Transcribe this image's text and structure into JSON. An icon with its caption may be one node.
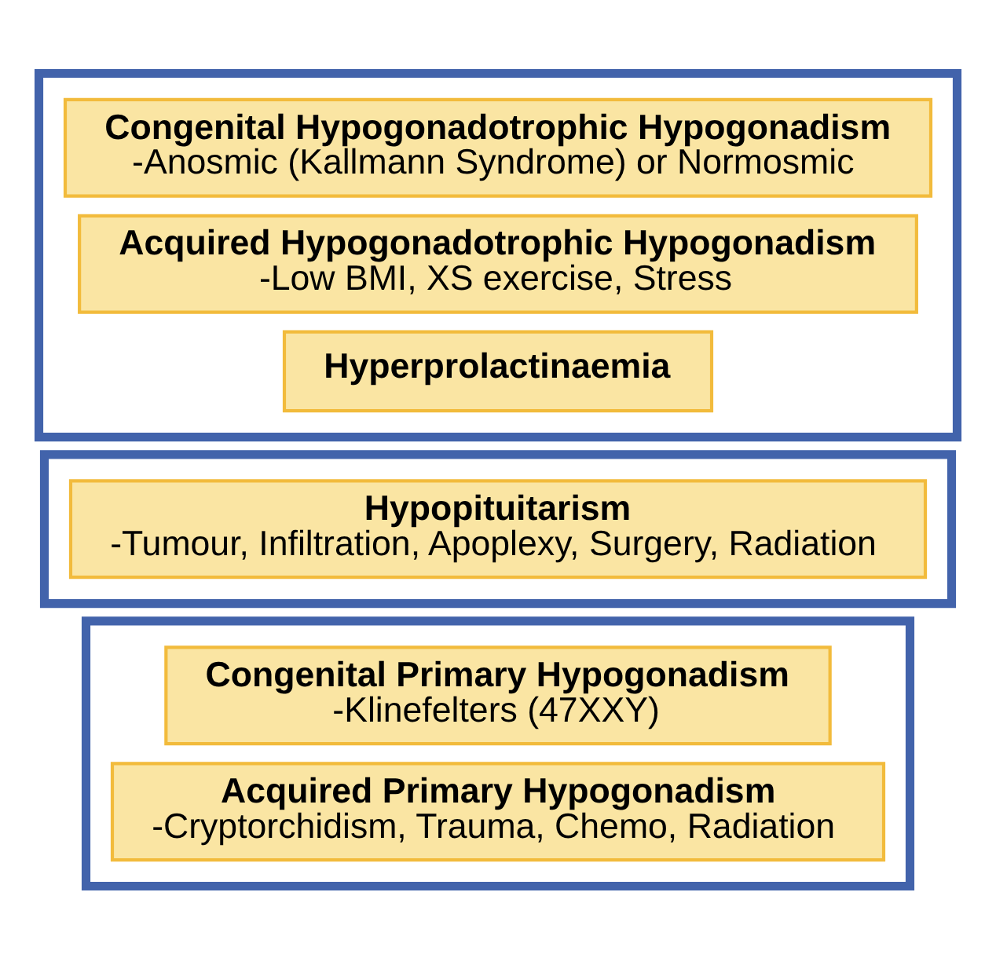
{
  "diagram": {
    "nodes": [
      {
        "text": [],
        "shape": "box"
      },
      {
        "text": [
          "Congenital Hypogonadotrophic Hypogonadism",
          "-Anosmic (Kallmann Syndrome) or Normosmic"
        ],
        "in": 0
      },
      {
        "text": [
          "Acquired Hypogonadotrophic Hypogonadism",
          "-Low BMI, XS exercise, Stress"
        ],
        "in": 0
      },
      {
        "text": [
          "Hyperprolactinaemia"
        ],
        "in": 0
      },
      {
        "text": [],
        "shape": "box"
      },
      {
        "text": [
          "Hypopituitarism",
          "-Tumour, Infiltration, Apoplexy, Surgery, Radiation"
        ],
        "in": 4
      },
      {
        "text": [],
        "shape": "box"
      },
      {
        "text": [
          "Congenital Primary Hypogonadism",
          "-Klinefelters (47XXY)"
        ],
        "in": 6
      },
      {
        "text": [
          "Acquired Primary Hypogonadism",
          "-Cryptorchidism, Trauma, Chemo, Radiation"
        ],
        "in": 6
      }
    ],
    "edges": []
  }
}
